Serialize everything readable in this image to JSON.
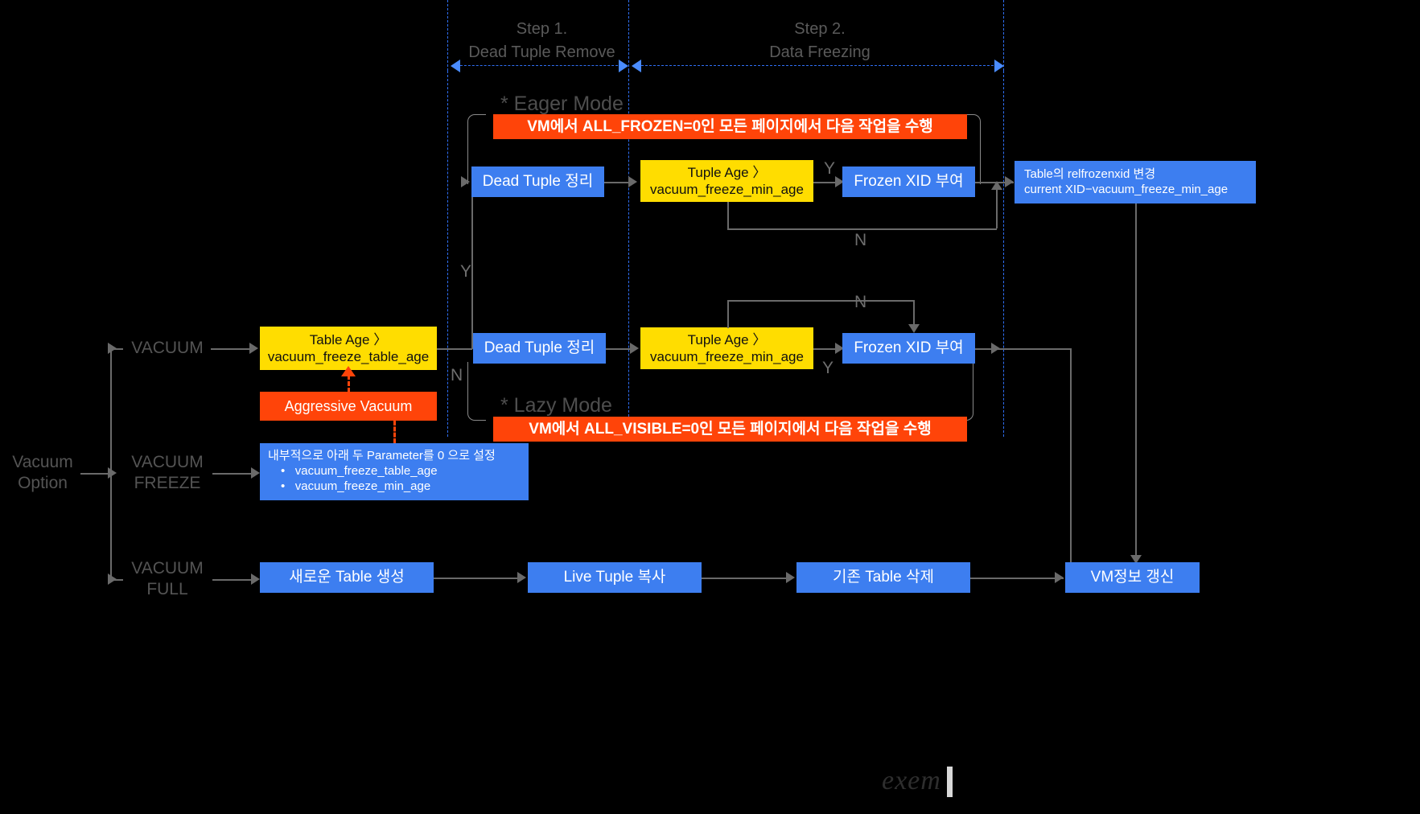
{
  "diagram": {
    "title_watermark": "exem",
    "root_label": "Vacuum\nOption",
    "steps": [
      {
        "id": "step1",
        "line1": "Step 1.",
        "line2": "Dead Tuple Remove"
      },
      {
        "id": "step2",
        "line1": "Step 2.",
        "line2": "Data Freezing"
      }
    ],
    "modes": [
      {
        "id": "eager",
        "label": "* Eager Mode"
      },
      {
        "id": "lazy",
        "label": "* Lazy Mode"
      }
    ],
    "options": [
      {
        "id": "vacuum",
        "label": "VACUUM"
      },
      {
        "id": "vacuum-freeze",
        "label": "VACUUM\nFREEZE"
      },
      {
        "id": "vacuum-full",
        "label": "VACUUM\nFULL"
      }
    ],
    "banners": [
      {
        "id": "eager-banner",
        "text": "VM에서 ALL_FROZEN=0인 모든 페이지에서 다음 작업을 수행"
      },
      {
        "id": "lazy-banner",
        "text": "VM에서 ALL_VISIBLE=0인 모든 페이지에서 다음 작업을 수행"
      }
    ],
    "nodes": {
      "table_age_decision": {
        "line1": "Table Age 〉",
        "line2": "vacuum_freeze_table_age"
      },
      "aggressive_vacuum": {
        "text": "Aggressive Vacuum"
      },
      "param_note_title": "내부적으로 아래 두 Parameter를 0 으로 설정",
      "param_note_items": [
        "vacuum_freeze_table_age",
        "vacuum_freeze_min_age"
      ],
      "eager_dead_tuple": {
        "text": "Dead Tuple 정리"
      },
      "eager_tuple_age": {
        "line1": "Tuple Age 〉",
        "line2": "vacuum_freeze_min_age"
      },
      "eager_frozen_xid": {
        "text": "Frozen XID 부여"
      },
      "lazy_dead_tuple": {
        "text": "Dead Tuple 정리"
      },
      "lazy_tuple_age": {
        "line1": "Tuple Age 〉",
        "line2": "vacuum_freeze_min_age"
      },
      "lazy_frozen_xid": {
        "text": "Frozen XID 부여"
      },
      "relfrozenxid": {
        "line1": "Table의 relfrozenxid 변경",
        "line2": "current XID−vacuum_freeze_min_age"
      },
      "new_table": {
        "text": "새로운 Table 생성"
      },
      "copy_live_tuple": {
        "text": "Live Tuple 복사"
      },
      "drop_old_table": {
        "text": "기존 Table 삭제"
      },
      "vm_update": {
        "text": "VM정보 갱신"
      }
    },
    "branch_labels": {
      "table_age_yes": "Y",
      "table_age_no": "N",
      "eager_tuple_yes": "Y",
      "eager_tuple_no": "N",
      "lazy_tuple_yes": "Y",
      "lazy_tuple_no": "N"
    },
    "colors": {
      "blue": "#3d7ef0",
      "yellow": "#ffdd00",
      "orange": "#ff4409",
      "line": "#6a6a6a",
      "separator": "#2f6ff5",
      "background": "#000000",
      "muted_text": "#545454"
    }
  }
}
